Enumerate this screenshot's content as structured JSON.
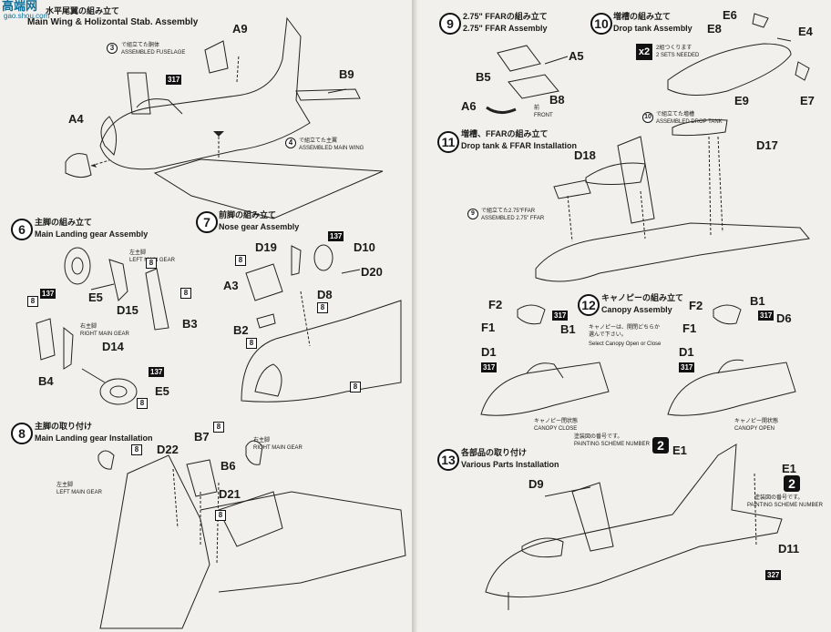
{
  "watermark": {
    "main": "高端网",
    "url": "gao.shou.com"
  },
  "left_page": {
    "header": {
      "jp": "水平尾翼の組み立て",
      "en": "Main Wing & Holizontal Stab. Assembly"
    },
    "step3_ref": {
      "num": "3",
      "jp": "で組立てた胴体",
      "en": "ASSEMBLED FUSELAGE"
    },
    "step4_ref": {
      "num": "4",
      "jp": "で組立てた主翼",
      "en": "ASSEMBLED MAIN WING"
    },
    "parts_top": {
      "a9": "A9",
      "b9": "B9",
      "a4": "A4",
      "n317": "317"
    },
    "step6": {
      "num": "6",
      "jp": "主脚の組み立て",
      "en": "Main Landing gear Assembly",
      "left_jp": "左主脚",
      "left_en": "LEFT MAIN GEAR",
      "right_jp": "右主脚",
      "right_en": "RIGHT MAIN GEAR",
      "parts": {
        "e5a": "E5",
        "d15": "D15",
        "b3": "B3",
        "d14": "D14",
        "b4": "B4",
        "e5b": "E5",
        "c137a": "137",
        "c137b": "137",
        "c8a": "8",
        "c8b": "8",
        "c8c": "8",
        "c8d": "8"
      }
    },
    "step7": {
      "num": "7",
      "jp": "前脚の組み立て",
      "en": "Nose gear Assembly",
      "parts": {
        "d19": "D19",
        "d10": "D10",
        "d20": "D20",
        "a3": "A3",
        "d8": "D8",
        "b2": "B2",
        "c137": "137",
        "c8a": "8",
        "c8b": "8",
        "c8c": "8",
        "c8d": "8"
      }
    },
    "step8": {
      "num": "8",
      "jp": "主脚の取り付け",
      "en": "Main Landing gear Installation",
      "right_jp": "右主脚",
      "right_en": "RIGHT MAIN GEAR",
      "left_jp": "左主脚",
      "left_en": "LEFT MAIN GEAR",
      "parts": {
        "d22": "D22",
        "b7": "B7",
        "b6": "B6",
        "d21": "D21",
        "c8a": "8",
        "c8b": "8",
        "c8c": "8"
      }
    }
  },
  "right_page": {
    "step9": {
      "num": "9",
      "jp": "2.75\" FFARの組み立て",
      "en": "2.75\" FFAR Assembly",
      "front_jp": "前",
      "front_en": "FRONT",
      "parts": {
        "a5": "A5",
        "b5": "B5",
        "b8": "B8",
        "a6": "A6"
      }
    },
    "step10": {
      "num": "10",
      "jp": "増槽の組み立て",
      "en": "Drop tank Assembly",
      "x2": "x2",
      "sets_jp": "2組つくります",
      "sets_en": "2 SETS NEEDED",
      "parts": {
        "e6": "E6",
        "e8": "E8",
        "e4": "E4",
        "e7": "E7",
        "e9": "E9"
      }
    },
    "step11": {
      "num": "11",
      "jp": "増槽、FFARの組み立て",
      "en": "Drop tank & FFAR Installation",
      "ref10_jp": "で組立てた増槽",
      "ref10_en": "ASSEMBLED DROP TANK",
      "ref10_num": "10",
      "ref9_jp": "で組立てた2.75\"FFAR",
      "ref9_en": "ASSEMBLED 2.75\" FFAR",
      "ref9_num": "9",
      "parts": {
        "d17": "D17",
        "d18": "D18"
      }
    },
    "step12": {
      "num": "12",
      "jp": "キャノピーの組み立て",
      "en": "Canopy Assembly",
      "choose_jp1": "キャノピーは、開閉どちらか",
      "choose_jp2": "選んで下さい。",
      "choose_en": "Select Canopy Open or Close",
      "close_jp": "キャノピー閉状態",
      "close_en": "CANOPY CLOSE",
      "open_jp": "キャノピー開状態",
      "open_en": "CANOPY OPEN",
      "parts": {
        "f2a": "F2",
        "f1a": "F1",
        "b1a": "B1",
        "d1a": "D1",
        "c317a": "317",
        "c317b": "317",
        "f2b": "F2",
        "b1b": "B1",
        "d6": "D6",
        "f1b": "F1",
        "d1b": "D1",
        "c317c": "317",
        "c317d": "317"
      }
    },
    "step13": {
      "num": "13",
      "jp": "各部品の取り付け",
      "en": "Various Parts Installation",
      "paint_num": "2",
      "paint_jp": "塗装図の番号です。",
      "paint_en": "PAINTING SCHEME NUMBER",
      "parts": {
        "e1a": "E1",
        "e1b": "E1",
        "d9": "D9",
        "d11": "D11",
        "c327": "327"
      }
    }
  }
}
